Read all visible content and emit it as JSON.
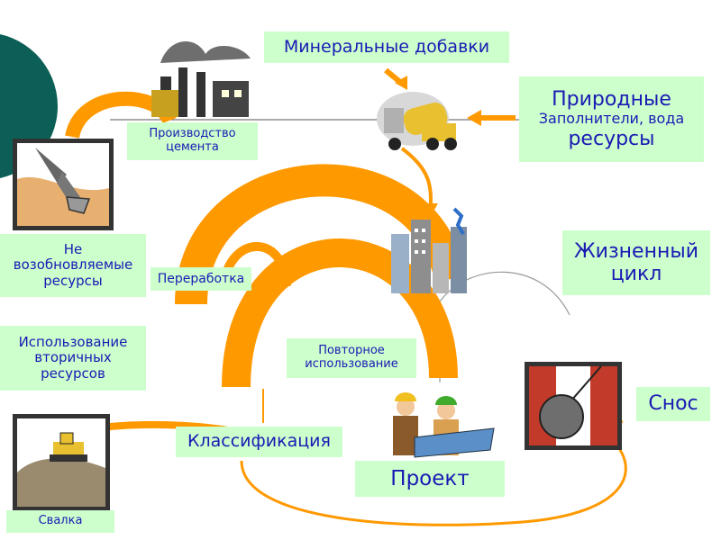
{
  "labels": {
    "mineral_additives": "Минеральные добавки",
    "natural_resources": {
      "line1": "Природные",
      "line2": "Заполнители, вода",
      "line3": "ресурсы"
    },
    "cement_production": {
      "line1": "Производство",
      "line2": "цемента"
    },
    "nonrenewable": {
      "line1": "Не",
      "line2": "возобновляемые",
      "line3": "ресурсы"
    },
    "processing": "Переработка",
    "secondary_use": {
      "line1": "Использование",
      "line2": "вторичных",
      "line3": "ресурсов"
    },
    "reuse": {
      "line1": "Повторное",
      "line2": "использование"
    },
    "life_cycle": {
      "line1": "Жизненный",
      "line2": "цикл"
    },
    "demolition": "Снос",
    "classification": "Классификация",
    "project": "Проект",
    "landfill": "Свалка"
  },
  "colors": {
    "label_bg": "#ccffcc",
    "label_text": "#1a1ab4",
    "arrow_orange": "#ff9900",
    "slide_accent": "#0b5f57"
  },
  "icons": [
    "factory-icon",
    "cement-mixer-truck-icon",
    "excavator-icon",
    "city-buildings-icon",
    "engineers-icon",
    "wrecking-ball-icon",
    "bulldozer-landfill-icon"
  ]
}
